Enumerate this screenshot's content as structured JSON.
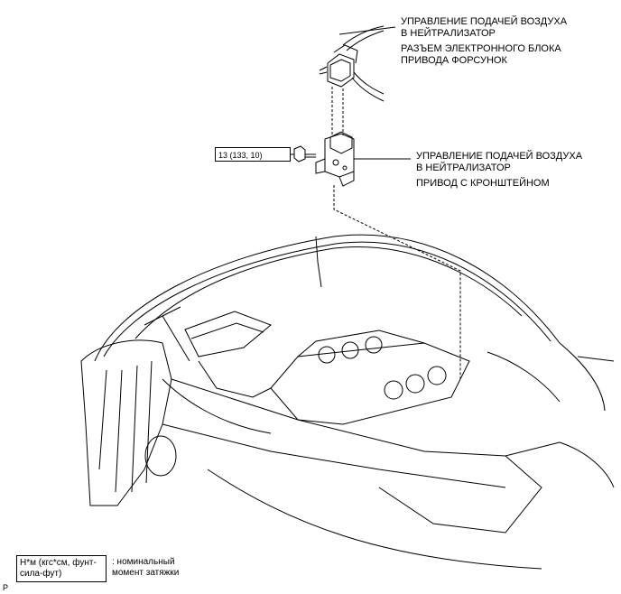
{
  "labels": {
    "callout_1_line1": "УПРАВЛЕНИЕ ПОДАЧЕЙ ВОЗДУХА",
    "callout_1_line2": "В НЕЙТРАЛИЗАТОР",
    "callout_1_line3": "РАЗЪЕМ ЭЛЕКТРОННОГО БЛОКА",
    "callout_1_line4": "ПРИВОДА ФОРСУНОК",
    "callout_2_line1": "УПРАВЛЕНИЕ ПОДАЧЕЙ ВОЗДУХА",
    "callout_2_line2": "В НЕЙТРАЛИЗАТОР",
    "callout_2_line3": "ПРИВОД С КРОНШТЕЙНОМ",
    "torque_value": "13 (133, 10)"
  },
  "legend": {
    "unit_box": "Н*м (кгс*см, фунт-\nсила-фут)",
    "unit_desc": ": номинальный\nмомент затяжки"
  },
  "corner_mark": "P"
}
